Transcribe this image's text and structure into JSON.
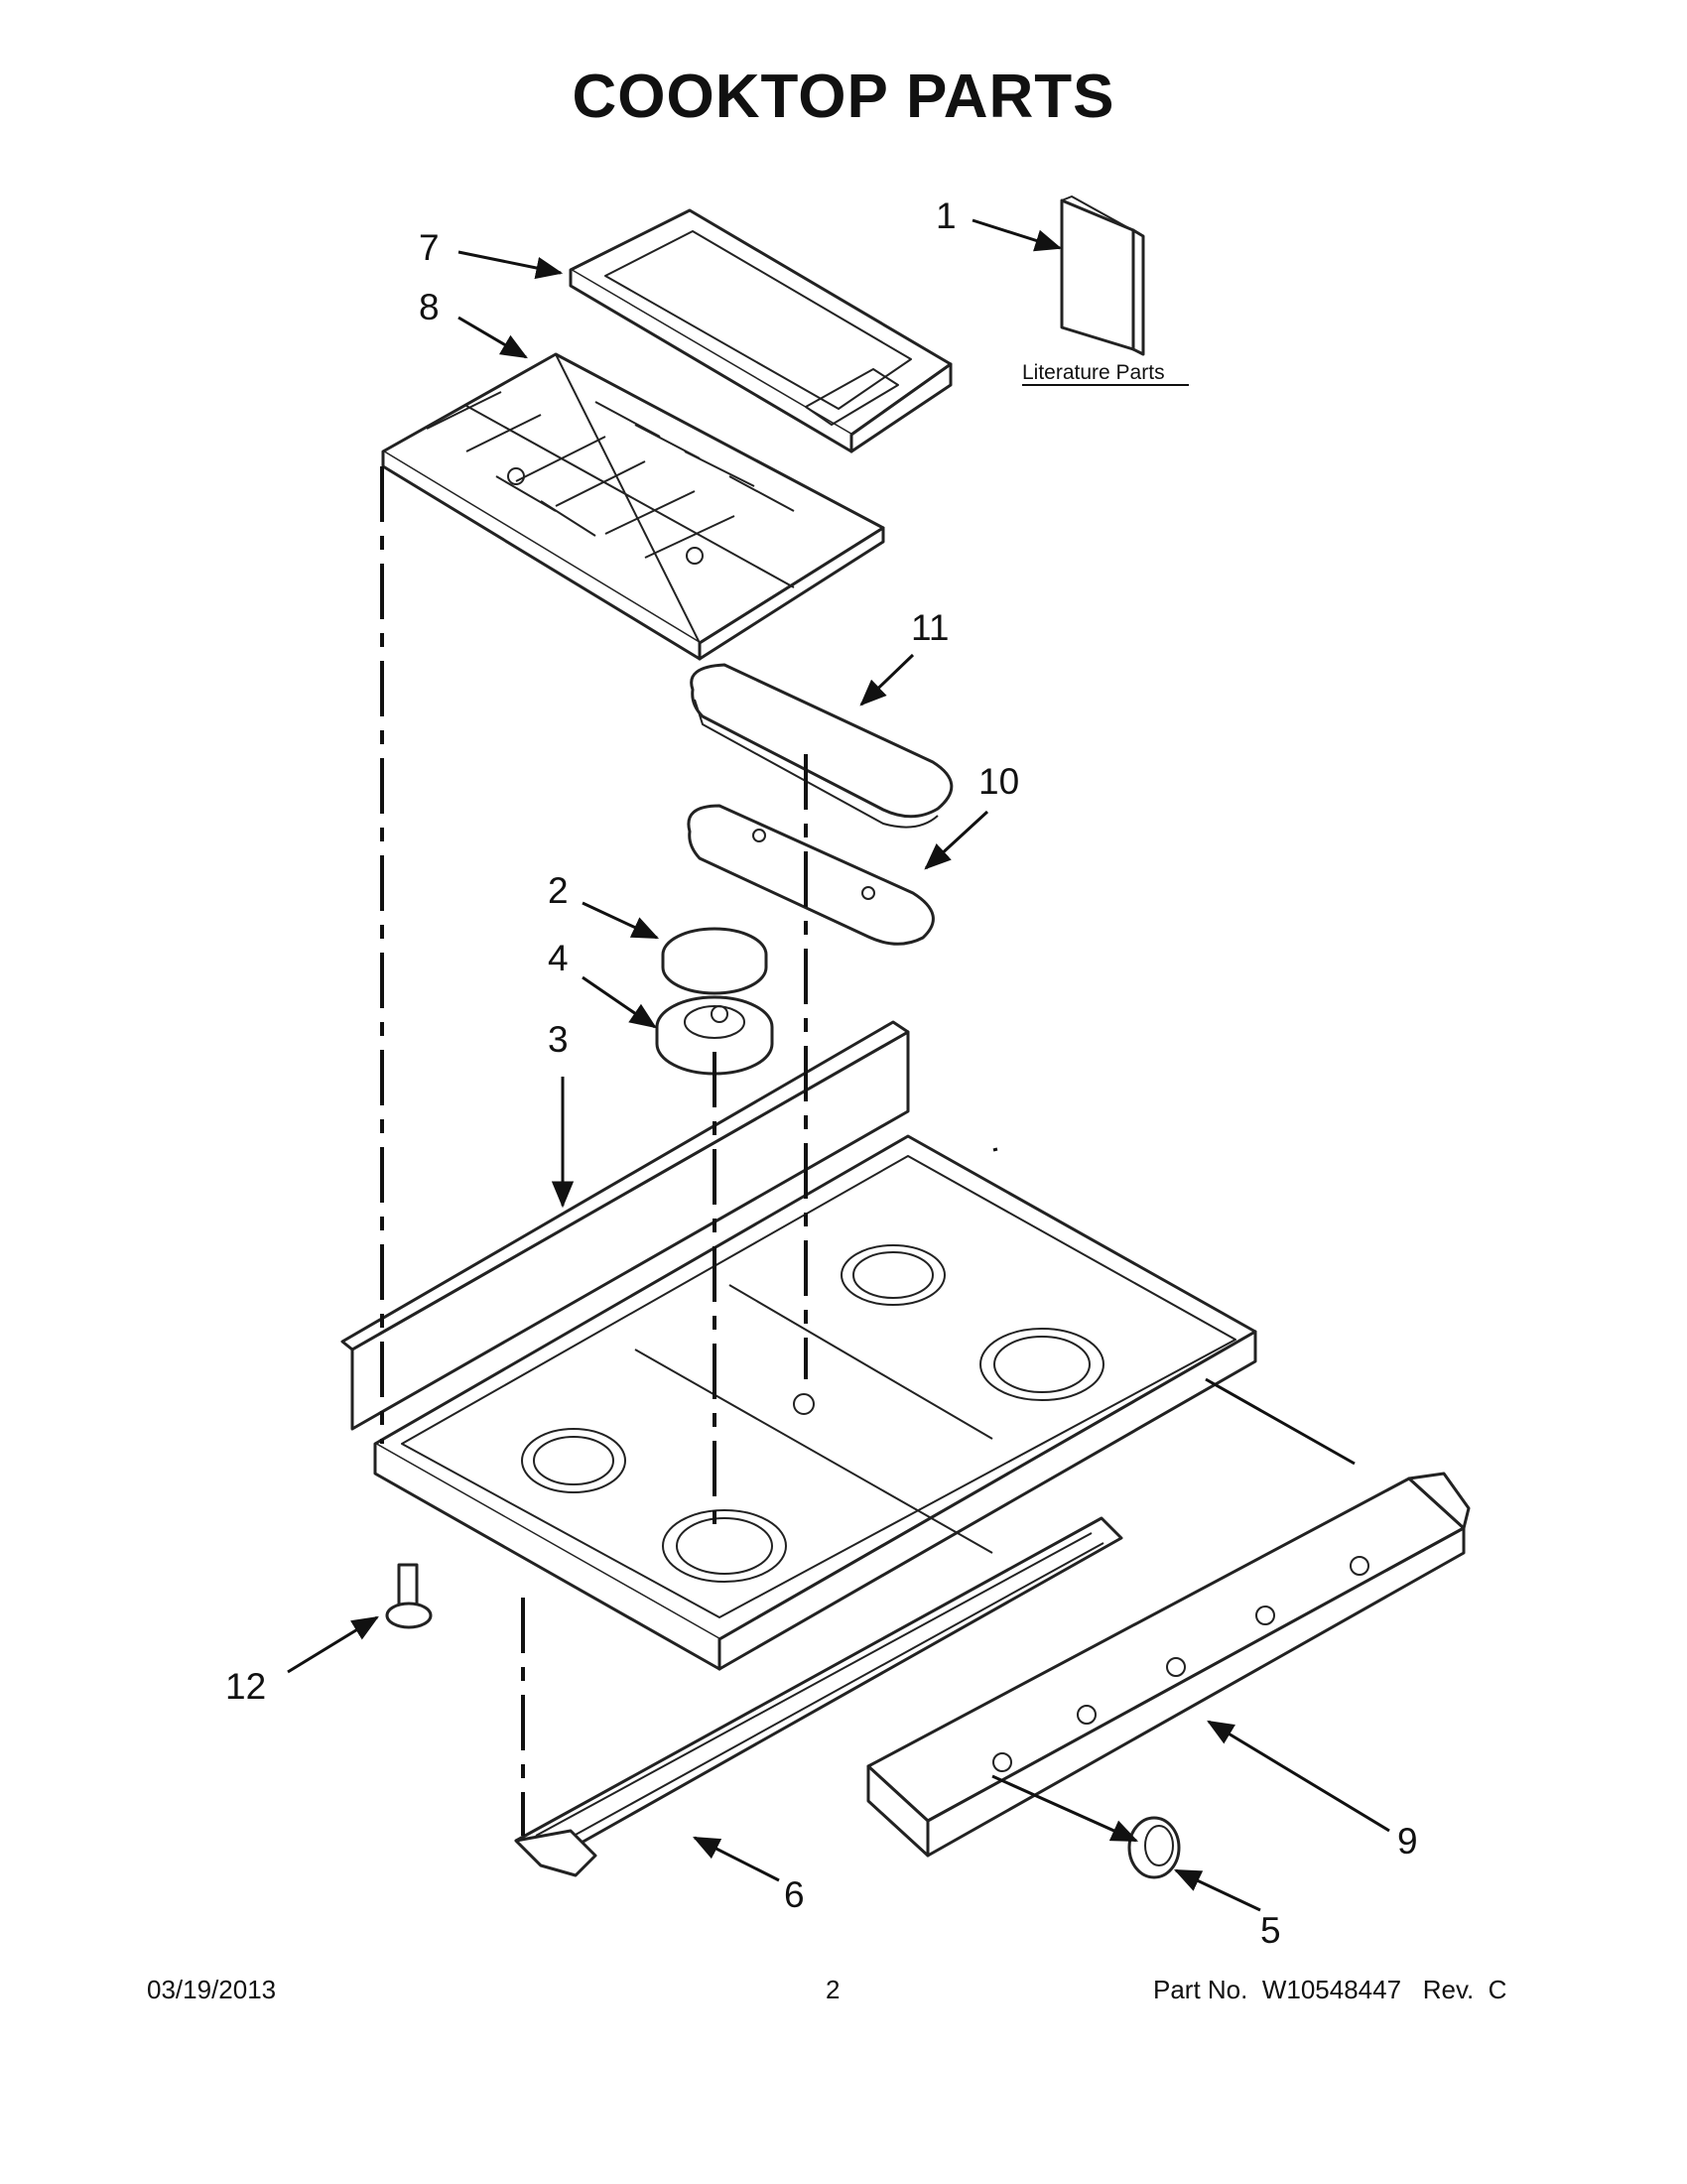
{
  "title": "COOKTOP PARTS",
  "literature_label": "Literature Parts",
  "callouts": {
    "c1": "1",
    "c2": "2",
    "c3": "3",
    "c4": "4",
    "c5": "5",
    "c6": "6",
    "c7": "7",
    "c8": "8",
    "c9": "9",
    "c10": "10",
    "c11": "11",
    "c12": "12"
  },
  "footer": {
    "date": "03/19/2013",
    "page": "2",
    "part_no": "Part No.  W10548447   Rev.  C"
  }
}
